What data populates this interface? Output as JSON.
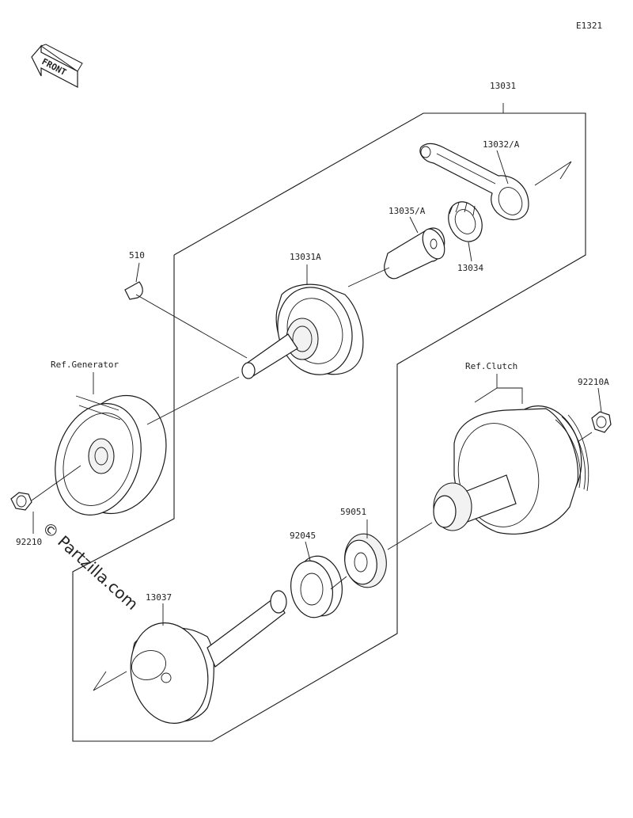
{
  "diagram_code": "E1321",
  "front_arrow": {
    "label": "FRONT",
    "icon": "front-arrow-icon"
  },
  "parts": {
    "p13031": "13031",
    "p13032A": "13032/A",
    "p13035A": "13035/A",
    "p13034": "13034",
    "p13031A": "13031A",
    "p510": "510",
    "ref_generator": "Ref.Generator",
    "ref_clutch": "Ref.Clutch",
    "p92210A": "92210A",
    "p92210": "92210",
    "p59051": "59051",
    "p92045": "92045",
    "p13037": "13037"
  },
  "watermark": "© Partzilla.com",
  "colors": {
    "line": "#1a1a1a",
    "background": "#ffffff"
  }
}
